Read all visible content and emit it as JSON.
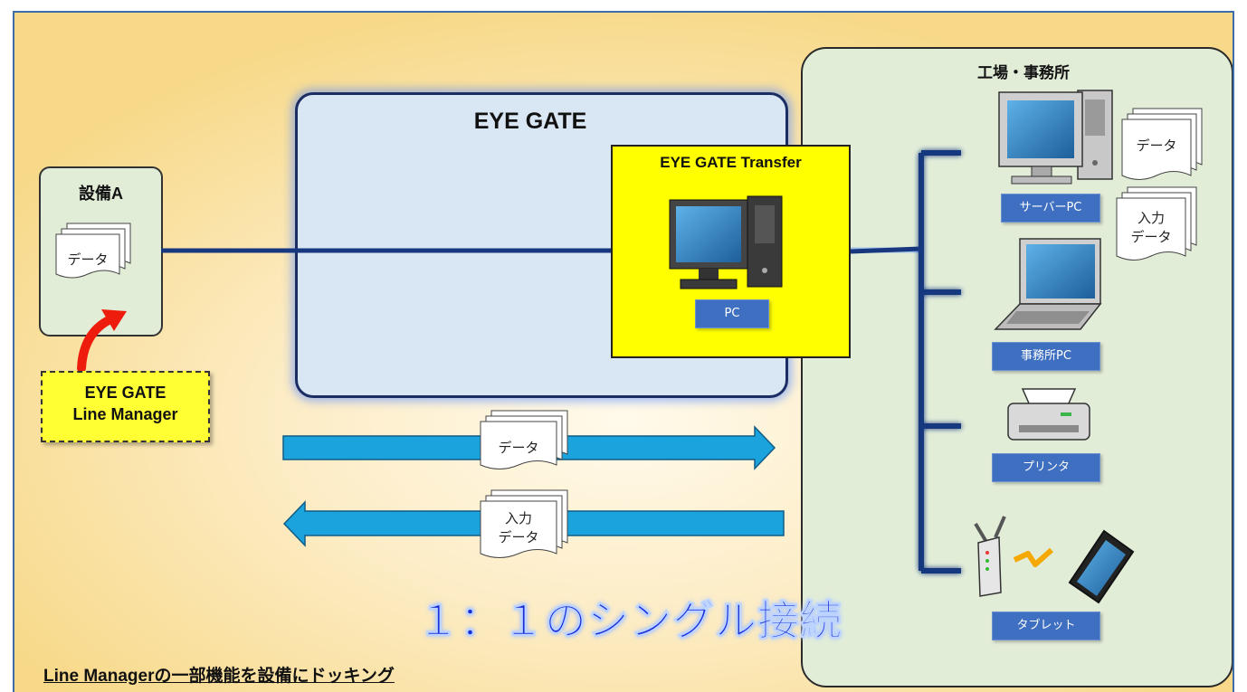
{
  "eye_gate": {
    "title": "EYE GATE",
    "transfer_title": "EYE GATE Transfer",
    "pc_label": "PC"
  },
  "equipment": {
    "title": "設備A",
    "doc_label": "データ"
  },
  "line_manager": {
    "line1": "EYE GATE",
    "line2": "Line Manager"
  },
  "factory": {
    "title": "工場・事務所",
    "devices": [
      {
        "label": "サーバーPC"
      },
      {
        "label": "事務所PC"
      },
      {
        "label": "プリンタ"
      },
      {
        "label": "タブレット"
      }
    ],
    "server_docs": {
      "data": "データ",
      "input_line1": "入力",
      "input_line2": "データ"
    }
  },
  "flows": {
    "forward_doc": "データ",
    "return_doc_line1": "入力",
    "return_doc_line2": "データ"
  },
  "headline": "１：１のシングル接続",
  "footnote": "Line Managerの一部機能を設備にドッキング",
  "colors": {
    "link_line": "#17377f",
    "arrow_fill": "#1aa3dc",
    "transfer_fill": "#ffff00",
    "headline": "#1a2fd6"
  }
}
